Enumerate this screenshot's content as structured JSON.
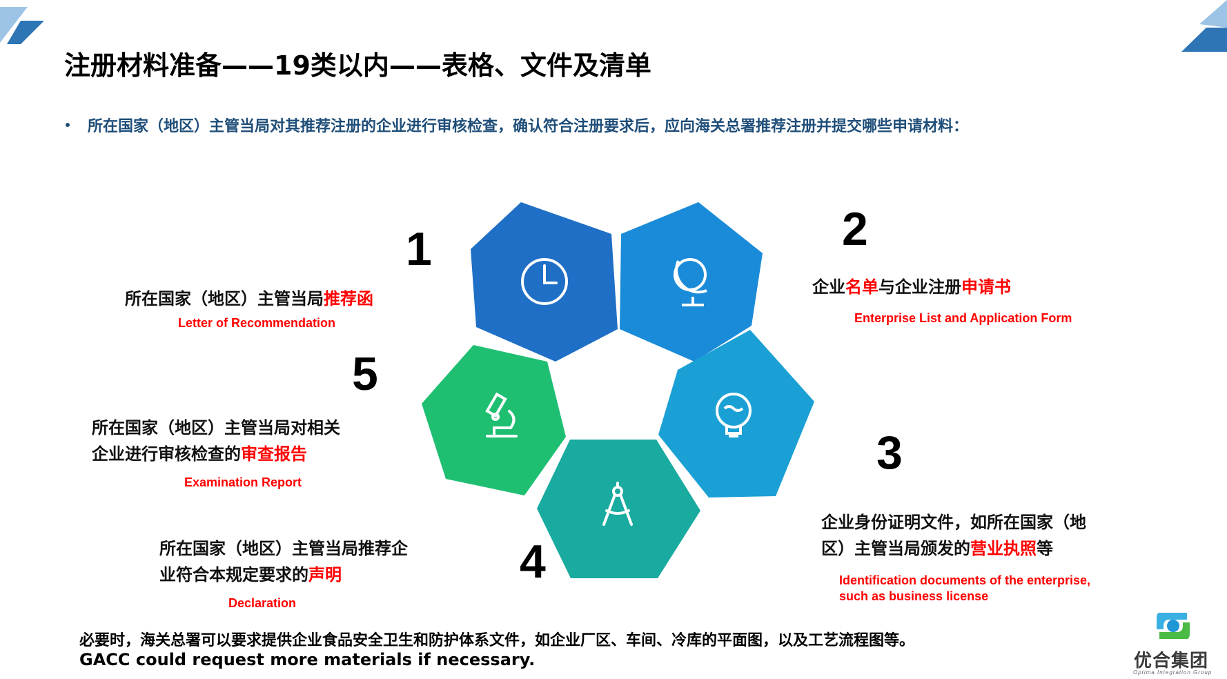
{
  "title": "注册材料准备——19类以内——表格、文件及清单",
  "bullet": "所在国家（地区）主管当局对其推荐注册的企业进行审核检查，确认符合注册要求后，应向海关总署推荐注册并提交哪些申请材料：",
  "items": [
    {
      "number": "1",
      "zh_plain": "所在国家（地区）主管当局",
      "zh_red": "推荐函",
      "en": "Letter of Recommendation"
    },
    {
      "number": "2",
      "zh_a": "企业",
      "zh_b": "名单",
      "zh_c": "与企业注册",
      "zh_d": "申请书",
      "en": "Enterprise List and Application Form"
    },
    {
      "number": "3",
      "zh_line1": "企业身份证明文件，如所在国家（地",
      "zh_line2_plain": "区）主管当局颁发的",
      "zh_line2_red": "营业执照",
      "zh_line2_tail": "等",
      "en_line1": "Identification documents of the enterprise,",
      "en_line2": "such as business license"
    },
    {
      "number": "4",
      "zh_line1": "所在国家（地区）主管当局推荐企",
      "zh_line2_plain": "业符合本规定要求的",
      "zh_line2_red": "声明",
      "en": "Declaration"
    },
    {
      "number": "5",
      "zh_line1": "所在国家（地区）主管当局对相关",
      "zh_line2_plain": "企业进行审核检查的",
      "zh_line2_red": "审查报告",
      "en": "Examination Report"
    }
  ],
  "hexagons": [
    {
      "name": "clock",
      "icon": "clock-icon",
      "color": "#1f6fc6"
    },
    {
      "name": "globe",
      "icon": "globe-icon",
      "color": "#1a8bd8"
    },
    {
      "name": "bulb",
      "icon": "lightbulb-icon",
      "color": "#1aa0d4"
    },
    {
      "name": "compass",
      "icon": "compass-icon",
      "color": "#19aaa0"
    },
    {
      "name": "microscope",
      "icon": "microscope-icon",
      "color": "#1fbf72"
    }
  ],
  "footer": {
    "zh": "必要时，海关总署可以要求提供企业食品安全卫生和防护体系文件，如企业厂区、车间、冷库的平面图，以及工艺流程图等。",
    "en": "GACC could request more materials if necessary."
  },
  "logo": {
    "name": "优合集团",
    "sub": "Optima Integration Group"
  },
  "colors": {
    "accent_red": "#ff0000",
    "bullet_blue": "#1f4e79",
    "corner_blue": "#2e75b6"
  }
}
